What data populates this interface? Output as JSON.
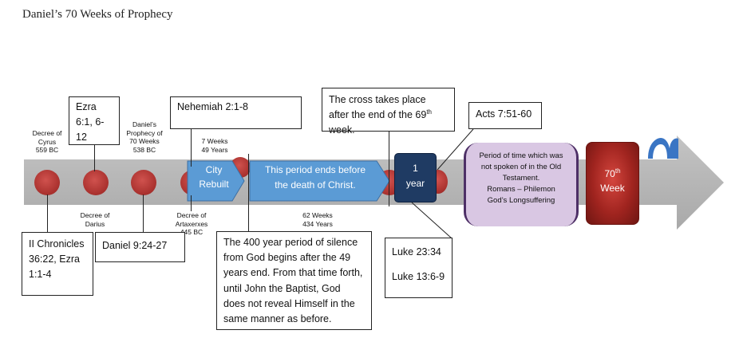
{
  "title": "Daniel’s 70 Weeks of Prophecy",
  "markers": {
    "cyrus": [
      "Decree of",
      "Cyrus",
      "559 BC"
    ],
    "darius": [
      "Decree of",
      "Darius"
    ],
    "prophecy": [
      "Daniel’s",
      "Prophecy of",
      "70 Weeks",
      "538 BC"
    ],
    "artaxerxes": [
      "Decree of",
      "Artaxerxes",
      "445 BC"
    ],
    "seven_weeks": [
      "7 Weeks",
      "49 Years"
    ],
    "sixtytwo_weeks": [
      "62 Weeks",
      "434 Years"
    ]
  },
  "boxes": {
    "ezra_6": "Ezra 6:1, 6-12",
    "nehemiah": "Nehemiah 2:1-8",
    "cross": {
      "before": "The cross takes place after the end of the 69",
      "sup": "th",
      "after": " week."
    },
    "acts": "Acts 7:51-60",
    "chronicles": "II Chronicles 36:22, Ezra 1:1-4",
    "daniel_9": "Daniel 9:24-27",
    "silence": "The 400 year period of silence from God begins after the 49 years end.  From that time forth, until John the Baptist, God does not reveal Himself in the same manner as before.",
    "luke_1": "Luke 23:34",
    "luke_2": "Luke 13:6-9"
  },
  "arrows": {
    "city_rebuilt": [
      "City",
      "Rebuilt"
    ],
    "period_ends": [
      "This period ends before",
      "the death of Christ."
    ]
  },
  "one_year": [
    "1",
    "year"
  ],
  "gap_period": [
    "Period of time which was",
    "not spoken of in the Old",
    "Testament.",
    "Romans – Philemon",
    "God’s Longsuffering"
  ],
  "seventieth": {
    "num": "70",
    "sup": "th",
    "word": "Week"
  },
  "colors": {
    "timeline": "#b8b8b8",
    "dot": "#b03a36",
    "blue_arrow": "#5b9bd5",
    "navy": "#1f3b63",
    "lavender": "#d9c7e3",
    "dark_red": "#8a1c18"
  }
}
